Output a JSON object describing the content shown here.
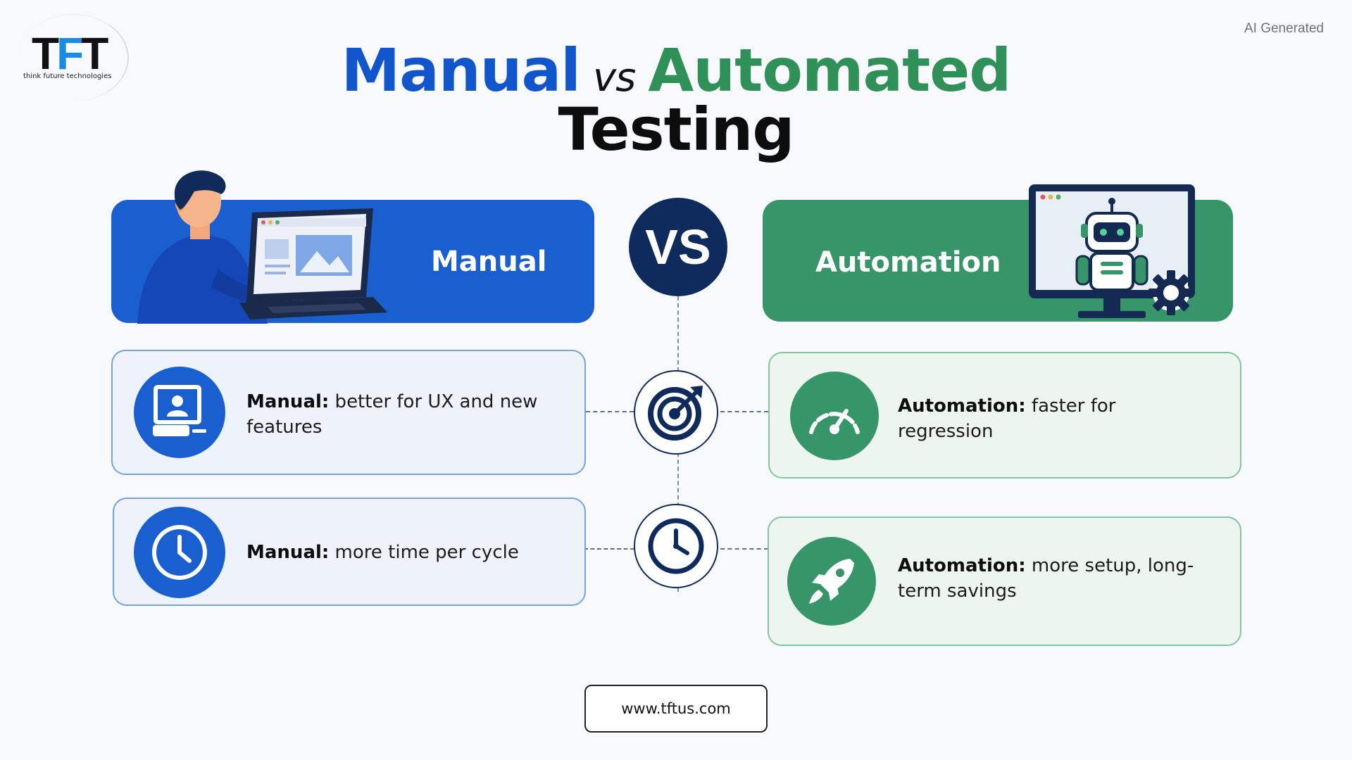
{
  "logo": {
    "letters_part1": "T",
    "letters_part2": "F",
    "letters_part3": "T",
    "tagline": "think future technologies"
  },
  "ai_tag": "AI Generated",
  "title": {
    "word1": "Manual",
    "vs": "vs",
    "word2": "Automated",
    "line2": "Testing"
  },
  "headers": {
    "manual": "Manual",
    "vs_badge": "VS",
    "automation": "Automation"
  },
  "cards": {
    "manual_1": {
      "bold": "Manual:",
      "text": " better for UX and new features"
    },
    "manual_2": {
      "bold": "Manual:",
      "text": " more time per cycle"
    },
    "auto_1": {
      "bold": "Automation:",
      "text": " faster for regression"
    },
    "auto_2": {
      "bold": "Automation:",
      "text": " more setup, long-term savings"
    }
  },
  "footer": {
    "url": "www.tftus.com"
  },
  "colors": {
    "manual_blue": "#1a5fcf",
    "automation_green": "#37956a",
    "navy": "#0f2a5c"
  },
  "icons": {
    "manual_1": "presentation-user-icon",
    "manual_2": "clock-icon",
    "center_1": "target-icon",
    "center_2": "clock-icon",
    "auto_1": "speedometer-icon",
    "auto_2": "rocket-icon"
  }
}
